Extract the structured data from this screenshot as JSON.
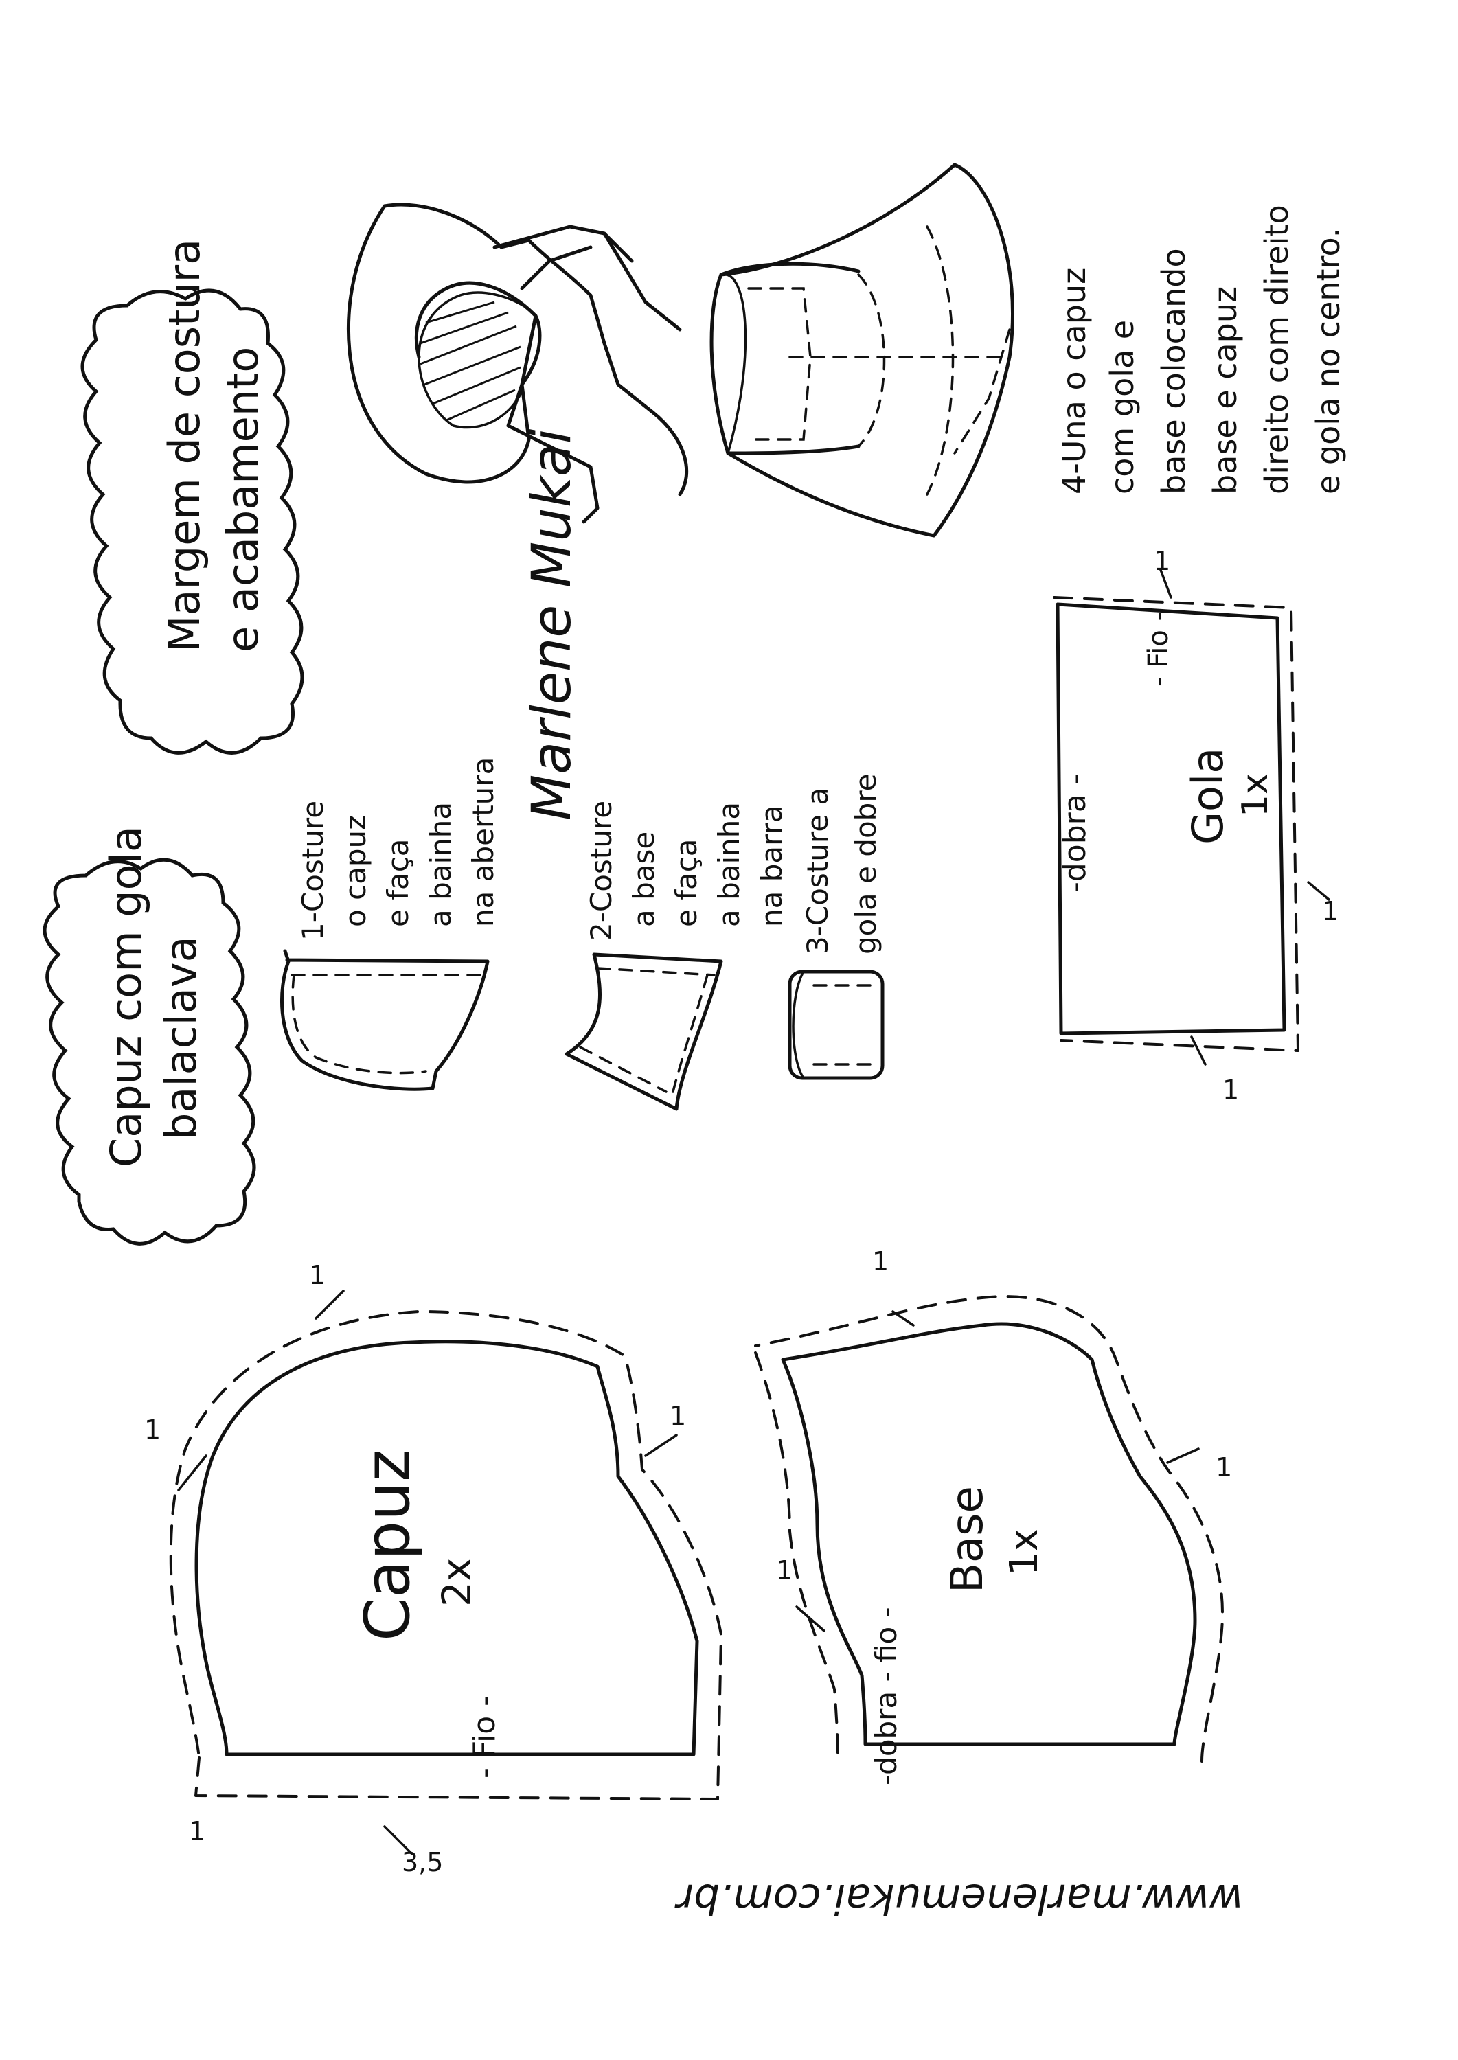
{
  "page": {
    "title_line1": "Capuz com gola",
    "title_line2": "balaclava",
    "note_line1": "Margem de costura",
    "note_line2": "e acabamento",
    "signature": "Marlene Mukai",
    "website": "www.marlenemukai.com.br"
  },
  "steps": [
    {
      "lines": [
        "1-Costure",
        "o capuz",
        "e faça",
        "a bainha",
        "na abertura"
      ]
    },
    {
      "lines": [
        "2-Costure",
        "a base",
        "e faça",
        "a bainha",
        "na barra"
      ]
    },
    {
      "lines": [
        "3-Costure a",
        "gola e dobre"
      ]
    },
    {
      "lines": [
        "4-Una o capuz",
        "com gola e",
        "base colocando",
        "base e capuz",
        "direito com direito",
        "e gola no centro."
      ]
    }
  ],
  "pieces": {
    "capuz": {
      "name": "Capuz",
      "qty": "2x",
      "grain": "- Fio -",
      "margin_1": "1",
      "margin_2": "1",
      "margin_3": "1",
      "margin_4": "1",
      "margin_35": "3,5"
    },
    "base": {
      "name": "Base",
      "qty": "1x",
      "grain": "-dobra - fio -",
      "margin_1": "1",
      "margin_2": "1",
      "margin_3": "1"
    },
    "gola": {
      "name": "Gola",
      "qty": "1x",
      "fold": "-dobra -",
      "grain": "- Fio -",
      "margin_1": "1",
      "margin_2": "1",
      "margin_3": "1"
    }
  },
  "colors": {
    "ink": "#111111",
    "paper": "#ffffff"
  }
}
